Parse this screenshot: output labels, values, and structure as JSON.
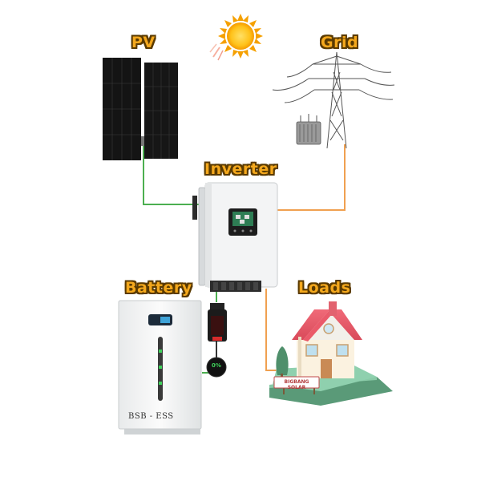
{
  "labels": {
    "pv": "PV",
    "grid": "Grid",
    "inverter": "Inverter",
    "battery": "Battery",
    "loads": "Loads"
  },
  "battery_unit": {
    "brand": "BSB - ESS",
    "breaker_readout": "0%"
  },
  "house_sign": "BIGBANG SOLAR",
  "icons": [
    "sun-icon",
    "solar-panel",
    "power-pylon",
    "transformer",
    "inverter",
    "battery-cabinet",
    "dc-breaker",
    "house"
  ],
  "colors": {
    "label_fill": "#f4a81d",
    "label_outline": "#5a3a00",
    "pv_line": "#4caf50",
    "grid_line": "#f0a050",
    "battery_line": "#4caf50",
    "load_line": "#f0a050"
  }
}
